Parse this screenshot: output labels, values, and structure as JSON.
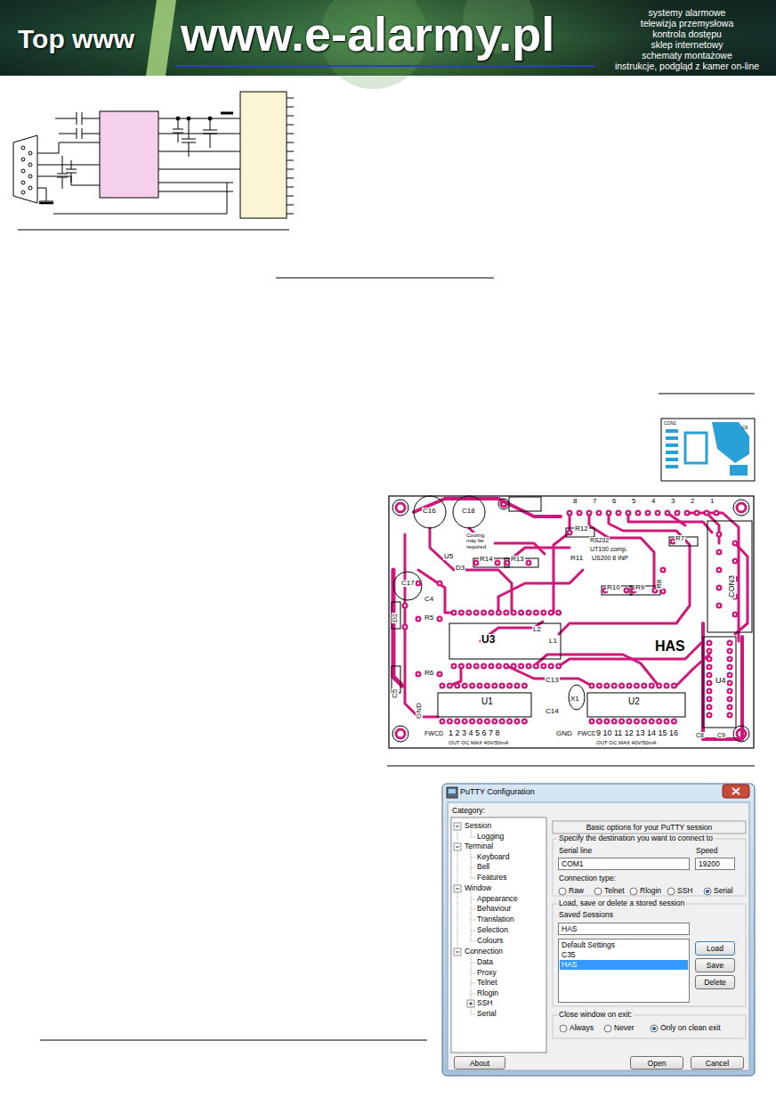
{
  "diagram": {
    "nodes": [
      {
        "text": [
          "PuTTY Configuration"
        ]
      },
      {
        "text": [
          "Load"
        ],
        "in": 0
      },
      {
        "text": [
          "Save"
        ],
        "in": 0
      },
      {
        "text": [
          "Delete"
        ],
        "in": 0
      },
      {
        "text": [
          "About"
        ],
        "in": 0
      },
      {
        "text": [
          "Open"
        ],
        "in": 0
      },
      {
        "text": [
          "Cancel"
        ],
        "in": 0
      },
      {
        "text": [
          "COM1"
        ],
        "in": 0
      },
      {
        "text": [
          "19200"
        ],
        "in": 0
      },
      {
        "text": [
          "HAS"
        ],
        "in": 0
      },
      {
        "text": [
          "Default Settings",
          "C35",
          "HAS"
        ],
        "in": 0
      }
    ],
    "labels": [
      "Top www",
      "www.e-alarmy.pl",
      "systemy alarmowe",
      "telewizja przemysłowa",
      "kontrola dostępu",
      "sklep internetowy",
      "schematy montażowe",
      "instrukcje, podgląd z kamer on-line",
      "CON1",
      "C6",
      "8",
      "7",
      "6",
      "5",
      "4",
      "3",
      "2",
      "1",
      "C16",
      "C18",
      "Cooling may be required",
      "U5",
      "D3",
      "R14",
      "R13",
      "R12",
      "RS232",
      "UT100 comp.",
      "US200 8 INP",
      "R11",
      "R10",
      "R9",
      "R7",
      "R8",
      "CON3",
      "C17",
      "C4",
      "D2",
      "R5",
      "U3",
      "L2",
      "L1",
      "HAS",
      "R6",
      "C5",
      "GND",
      "U1",
      "X1",
      "C13",
      "C14",
      "U2",
      "U4",
      "C8",
      "C9",
      "FWCD",
      "1 2 3 4 5 6 7 8",
      "OUT OC MAX 40V/50mA",
      "GND",
      "FWCD",
      "9 10 11 12 13 14 15 16",
      "OUT OC MAX 40V/50mA",
      "Category:",
      "Session",
      "Logging",
      "Terminal",
      "Keyboard",
      "Bell",
      "Features",
      "Window",
      "Appearance",
      "Behaviour",
      "Translation",
      "Selection",
      "Colours",
      "Connection",
      "Data",
      "Proxy",
      "Telnet",
      "Rlogin",
      "SSH",
      "Serial",
      "Basic options for your PuTTY session",
      "Specify the destination you want to connect to",
      "Serial line",
      "Speed",
      "Connection type:",
      "Raw",
      "Telnet",
      "Rlogin",
      "SSH",
      "Serial",
      "Load, save or delete a stored session",
      "Saved Sessions",
      "Close window on exit:",
      "Always",
      "Never",
      "Only on clean exit"
    ]
  }
}
